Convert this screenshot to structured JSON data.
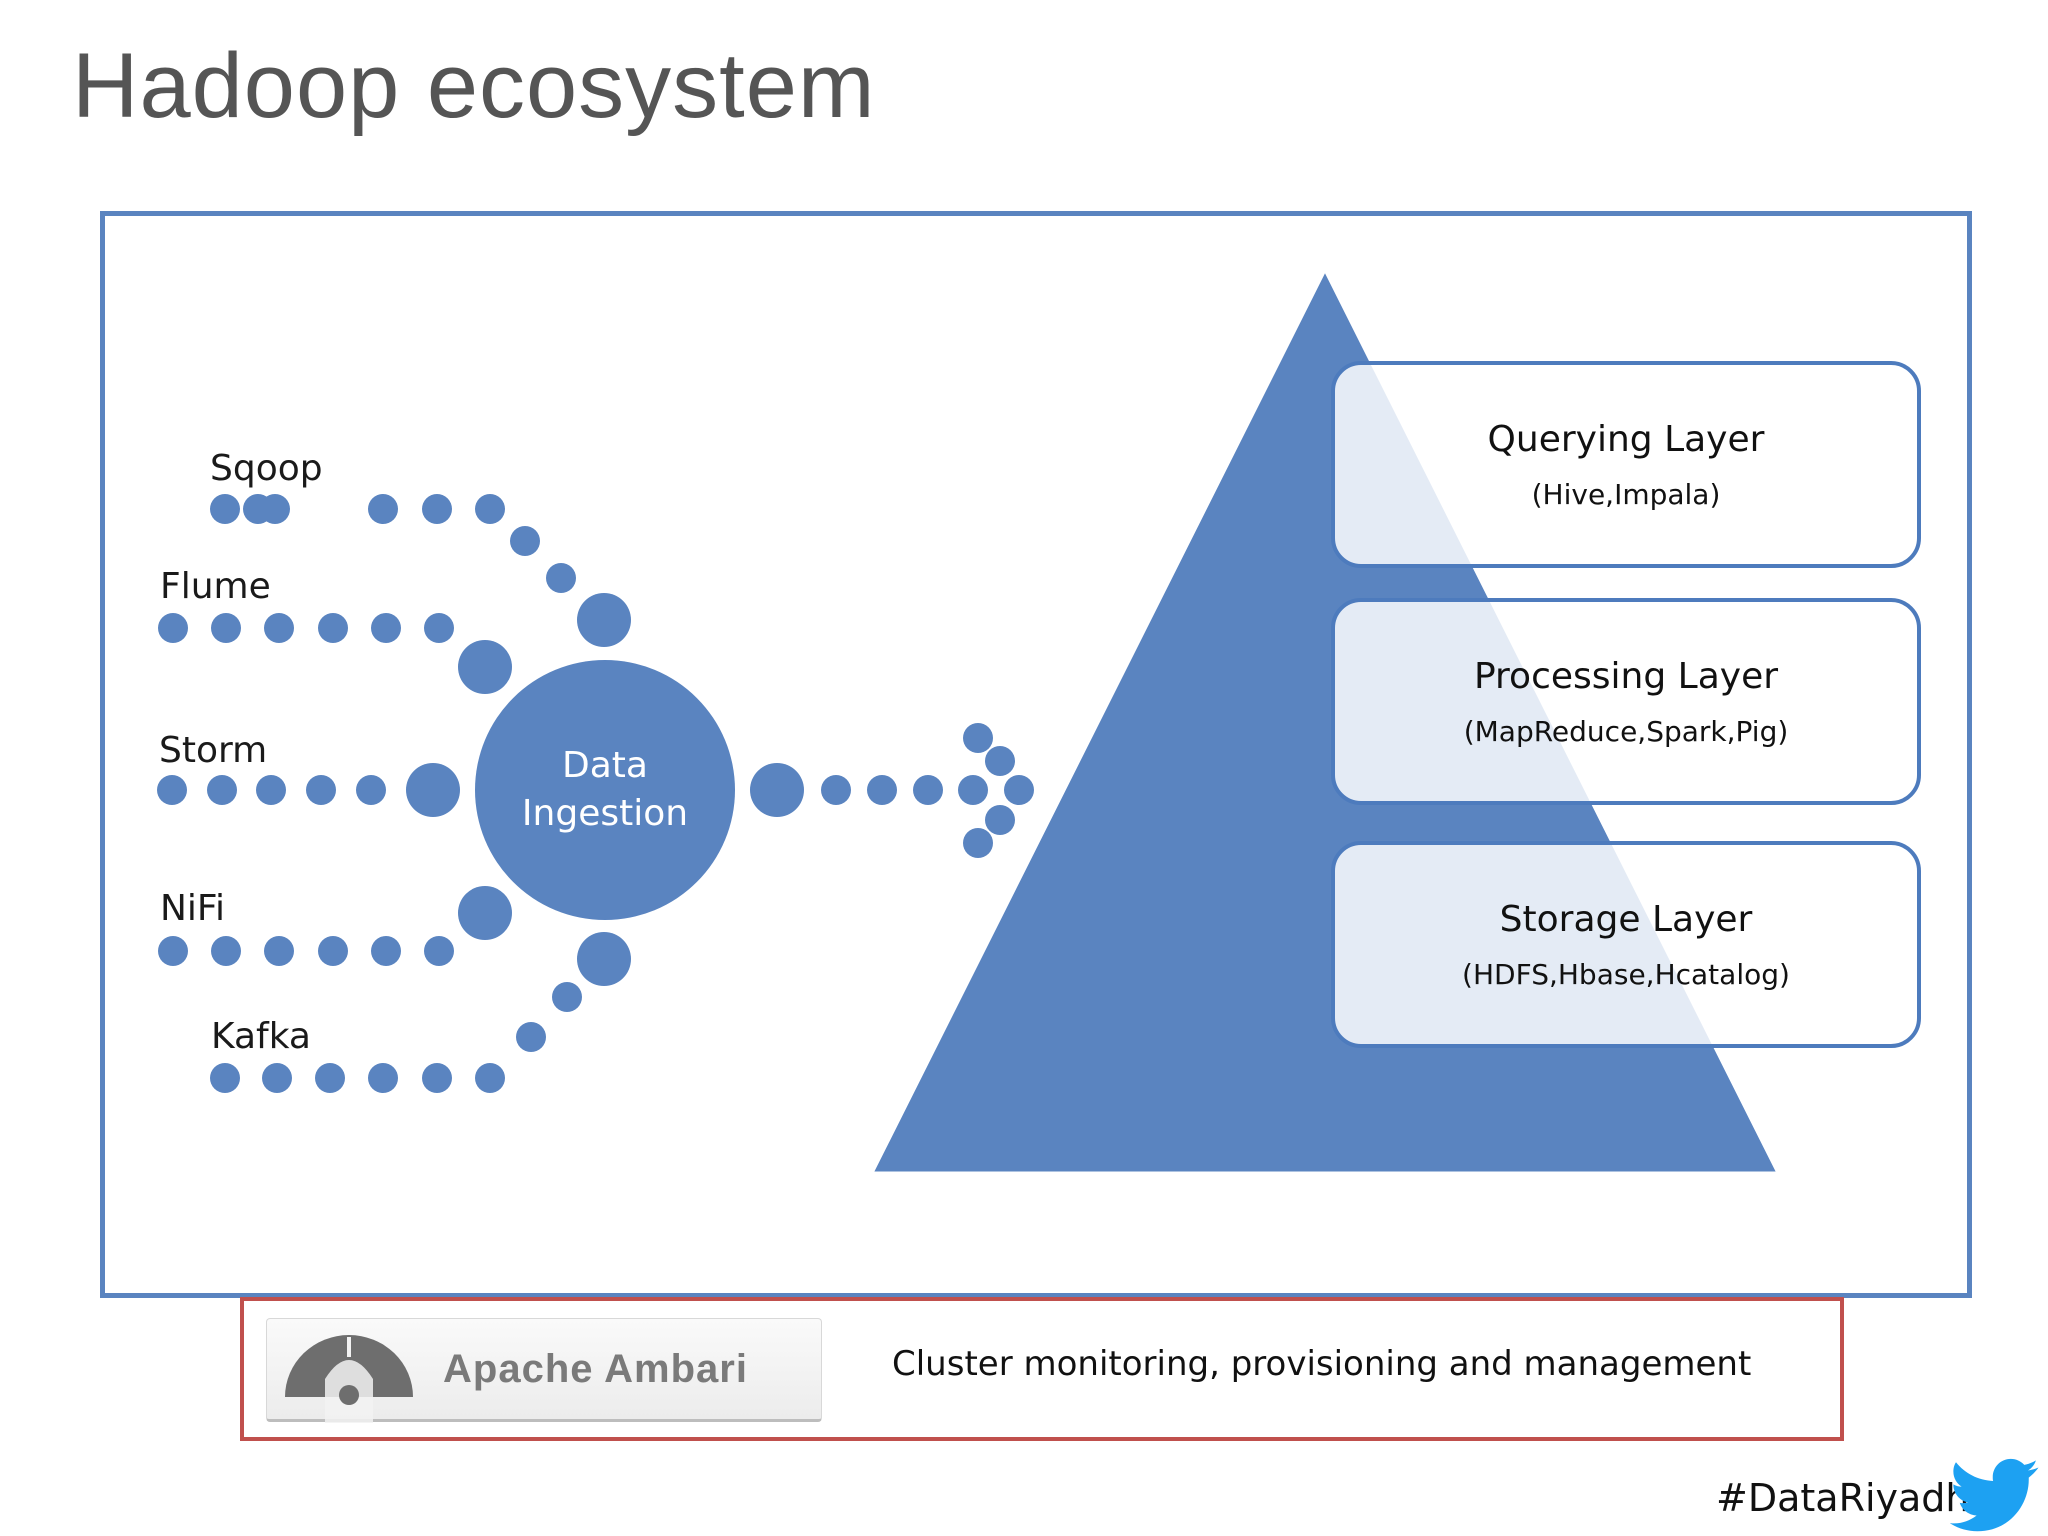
{
  "slide": {
    "title": "Hadoop ecosystem"
  },
  "ingestion": {
    "sources": [
      "Sqoop",
      "Flume",
      "Storm",
      "NiFi",
      "Kafka"
    ],
    "hub_line1": "Data",
    "hub_line2": "Ingestion"
  },
  "layers": [
    {
      "title": "Querying Layer",
      "subtitle": "(Hive,Impala)"
    },
    {
      "title": "Processing Layer",
      "subtitle": "(MapReduce,Spark,Pig)"
    },
    {
      "title": "Storage Layer",
      "subtitle": "(HDFS,Hbase,Hcatalog)"
    }
  ],
  "management": {
    "logo_text": "Apache Ambari",
    "description": "Cluster monitoring, provisioning and management"
  },
  "footer": {
    "hashtag": "#DataRiyadh",
    "icon": "twitter-bird-icon"
  },
  "colors": {
    "diagram_blue": "#5a84c0",
    "frame_blue": "#5a84c0",
    "management_border": "#c0504d",
    "twitter_blue": "#1da1f2",
    "title_gray": "#555555"
  }
}
